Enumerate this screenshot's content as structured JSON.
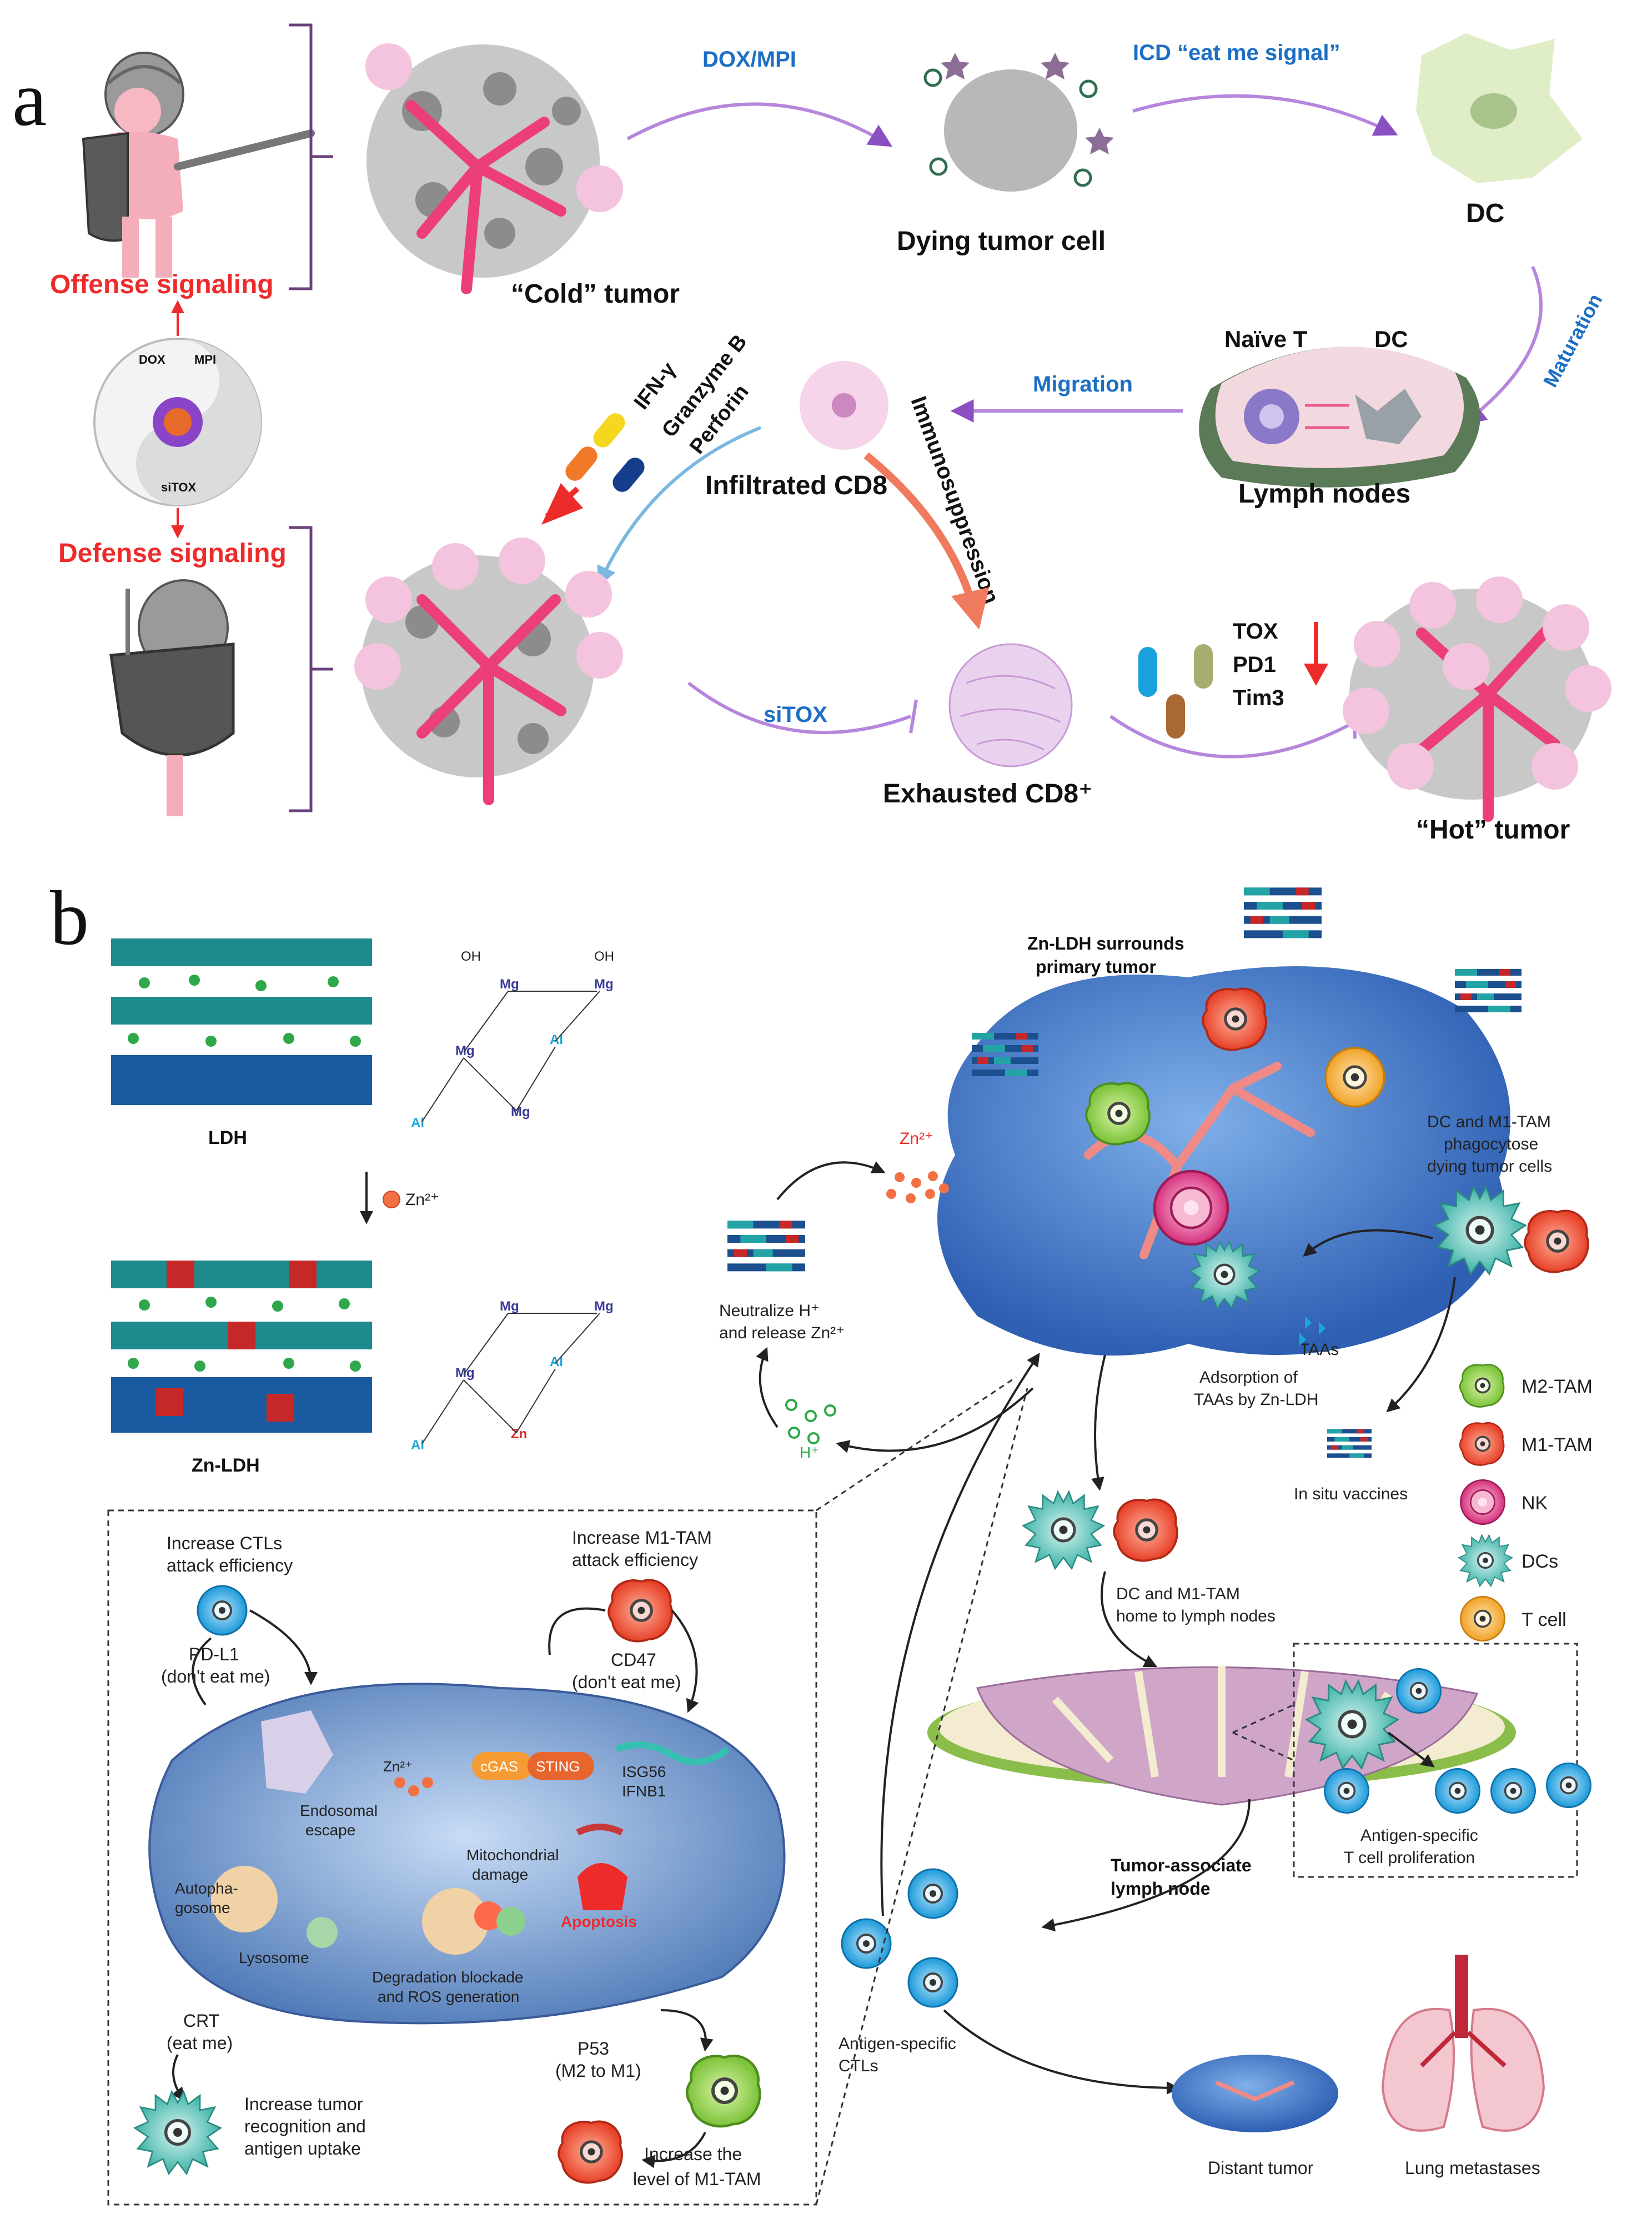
{
  "panels": {
    "a": "a",
    "b": "b"
  },
  "a": {
    "offense_signaling": "Offense signaling",
    "defense_signaling": "Defense signaling",
    "dox": "DOX",
    "mpi": "MPI",
    "sitox_small": "siTOX",
    "cold_tumor": "“Cold” tumor",
    "dox_mpi": "DOX/MPI",
    "dying_tumor_cell": "Dying tumor cell",
    "icd": "ICD “eat me signal”",
    "dc": "DC",
    "maturation": "Maturation",
    "naive_t": "Naïve T",
    "dc_node": "DC",
    "lymph_nodes": "Lymph nodes",
    "migration": "Migration",
    "ifn": "IFN-γ",
    "granzyme": "Granzyme B",
    "perforin": "Perforin",
    "infiltrated": "Infiltrated CD8⁺",
    "immunosuppression": "Immunosuppression",
    "sitox": "siTOX",
    "exhausted": "Exhausted CD8⁺",
    "tox": "TOX",
    "pd1": "PD1",
    "tim3": "Tim3",
    "hot_tumor": "“Hot” tumor"
  },
  "b": {
    "ldh": "LDH",
    "zn_ion": "Zn²⁺",
    "zn_ldh": "Zn-LDH",
    "oh": "OH",
    "mg": "Mg",
    "al": "Al",
    "zn": "Zn",
    "surrounds": [
      "Zn-LDH surrounds",
      "primary tumor"
    ],
    "zn_release_label": "Zn²⁺",
    "neutralize": [
      "Neutralize H⁺",
      "and release Zn²⁺"
    ],
    "h_plus": "H⁺",
    "dc_m1_phago": [
      "DC and M1-TAM",
      "phagocytose",
      "dying tumor cells"
    ],
    "taas": "TAAs",
    "adsorption": [
      "Adsorption of",
      "TAAs by Zn-LDH"
    ],
    "in_situ": "In situ vaccines",
    "legend": [
      "M2-TAM",
      "M1-TAM",
      "NK",
      "DCs",
      "T cell"
    ],
    "home": [
      "DC and M1-TAM",
      "home to lymph nodes"
    ],
    "tumor_lymph": [
      "Tumor-associate",
      "lymph node"
    ],
    "antigen_prolif": [
      "Antigen-specific",
      "T cell proliferation"
    ],
    "antigen_ctls": [
      "Antigen-specific",
      "CTLs"
    ],
    "distant": "Distant tumor",
    "lung": "Lung metastases",
    "ctl_eff": [
      "Increase CTLs",
      "attack efficiency"
    ],
    "m1_eff": [
      "Increase M1-TAM",
      "attack efficiency"
    ],
    "pdl1": [
      "PD-L1",
      "(don't eat me)"
    ],
    "cd47": [
      "CD47",
      "(don't eat me)"
    ],
    "zn_cell": "Zn²⁺",
    "cgas": "cGAS",
    "sting": "STING",
    "isg56": "ISG56",
    "ifnb1": "IFNB1",
    "endosomal": [
      "Endosomal",
      "escape"
    ],
    "autophago": [
      "Autopha-",
      "gosome"
    ],
    "lysosome": "Lysosome",
    "mito": [
      "Mitochondrial",
      "damage"
    ],
    "apoptosis": "Apoptosis",
    "degradation": [
      "Degradation blockade",
      "and ROS generation"
    ],
    "crt": [
      "CRT",
      "(eat me)"
    ],
    "p53": [
      "P53",
      "(M2 to M1)"
    ],
    "tumor_recog": [
      "Increase tumor",
      "recognition and",
      "antigen uptake"
    ],
    "m1_level": [
      "Increase the",
      "level of M1-TAM"
    ]
  }
}
